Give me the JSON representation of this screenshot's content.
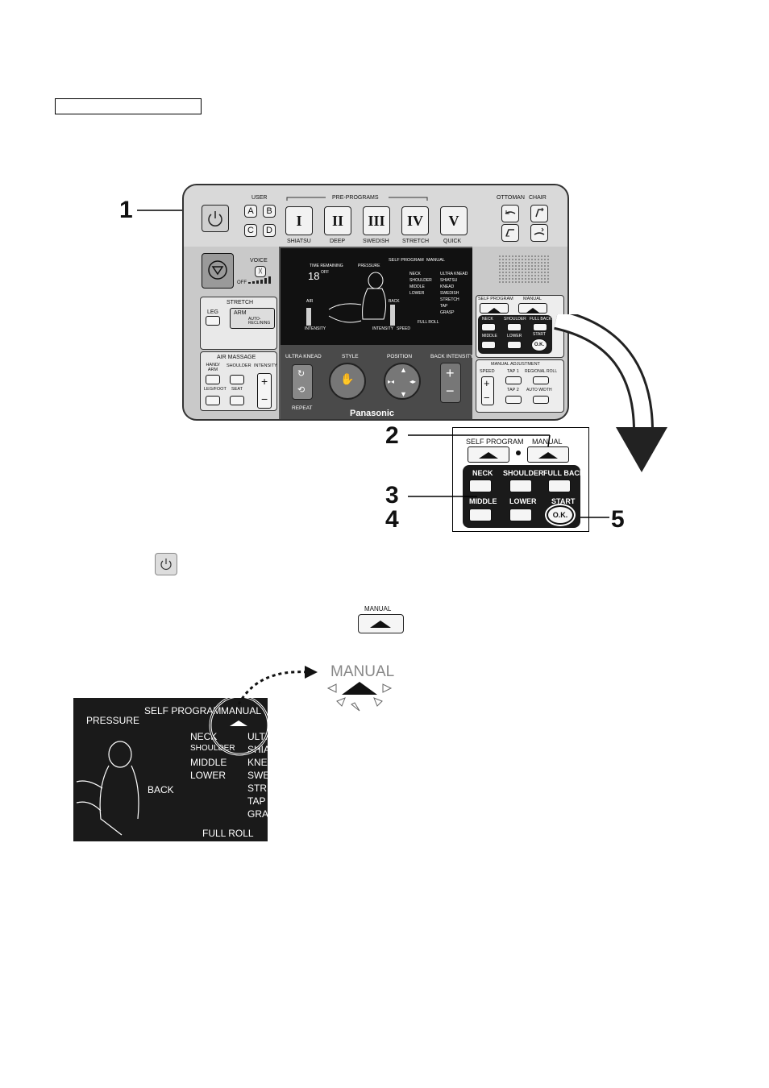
{
  "remote": {
    "user_label": "USER",
    "user_buttons": [
      "A",
      "B",
      "C",
      "D"
    ],
    "preprograms_label": "PRE-PROGRAMS",
    "programs": [
      {
        "numeral": "I",
        "label": "SHIATSU"
      },
      {
        "numeral": "II",
        "label": "DEEP"
      },
      {
        "numeral": "III",
        "label": "SWEDISH"
      },
      {
        "numeral": "IV",
        "label": "STRETCH"
      },
      {
        "numeral": "V",
        "label": "QUICK"
      }
    ],
    "ottoman_label": "OTTOMAN",
    "chair_label": "CHAIR",
    "voice_label": "VOICE",
    "voice_off": "OFF",
    "stretch": {
      "title": "STRETCH",
      "leg": "LEG",
      "arm": "ARM",
      "auto": "AUTO-RECLINING"
    },
    "air_massage": {
      "title": "AIR MASSAGE",
      "hand_arm": "HAND/ ARM",
      "shoulder": "SHOULDER",
      "intensity": "INTENSITY",
      "leg_foot": "LEG/FOOT",
      "seat": "SEAT"
    },
    "lcd": {
      "time_remaining": "TIME REMAINING",
      "time_value": "18",
      "off": "OFF",
      "pressure": "PRESSURE",
      "self_program": "SELF PROGRAM",
      "manual": "MANUAL",
      "areas": [
        "NECK",
        "SHOULDER",
        "MIDDLE",
        "LOWER"
      ],
      "techniques": [
        "ULTRA KNEAD",
        "SHIATSU",
        "KNEAD",
        "SWEDISH",
        "STRETCH",
        "TAP",
        "GRASP"
      ],
      "air": "AIR",
      "intensity": "INTENSITY",
      "back": "BACK",
      "speed": "SPEED",
      "full_roll": "FULL ROLL"
    },
    "controls": {
      "ultra_knead": "ULTRA KNEAD",
      "repeat": "REPEAT",
      "style": "STYLE",
      "position": "POSITION",
      "back_intensity": "BACK INTENSITY",
      "plus": "+",
      "minus": "−"
    },
    "brand": "Panasonic",
    "right_panel": {
      "self_program": "SELF PROGRAM",
      "manual": "MANUAL",
      "neck": "NECK",
      "shoulder": "SHOULDER",
      "full_back": "FULL BACK",
      "middle": "MIDDLE",
      "lower": "LOWER",
      "start": "START",
      "ok": "O.K.",
      "manual_adjustment": "MANUAL ADJUSTMENT",
      "speed": "SPEED",
      "tap1": "TAP 1",
      "regional_roll": "REGIONAL ROLL",
      "tap2": "TAP 2",
      "auto_width": "AUTO WIDTH"
    }
  },
  "zoom": {
    "self_program": "SELF PROGRAM",
    "manual": "MANUAL",
    "neck": "NECK",
    "shoulder": "SHOULDER",
    "full_back": "FULL BACK",
    "middle": "MIDDLE",
    "lower": "LOWER",
    "start": "START",
    "ok": "O.K."
  },
  "callouts": [
    "1",
    "2",
    "3",
    "4",
    "5"
  ],
  "manual_key_label": "MANUAL",
  "manual_big_label": "MANUAL",
  "display": {
    "pressure": "PRESSURE",
    "self_program": "SELF PROGRAM",
    "manual": "MANUAL",
    "areas": [
      "NECK",
      "SHOULDER",
      "MIDDLE",
      "LOWER"
    ],
    "techniques": [
      "ULTRA",
      "SHIA",
      "KNEA",
      "SWE",
      "STRE",
      "TAP",
      "GRA"
    ],
    "back": "BACK",
    "full_roll": "FULL ROLL"
  }
}
